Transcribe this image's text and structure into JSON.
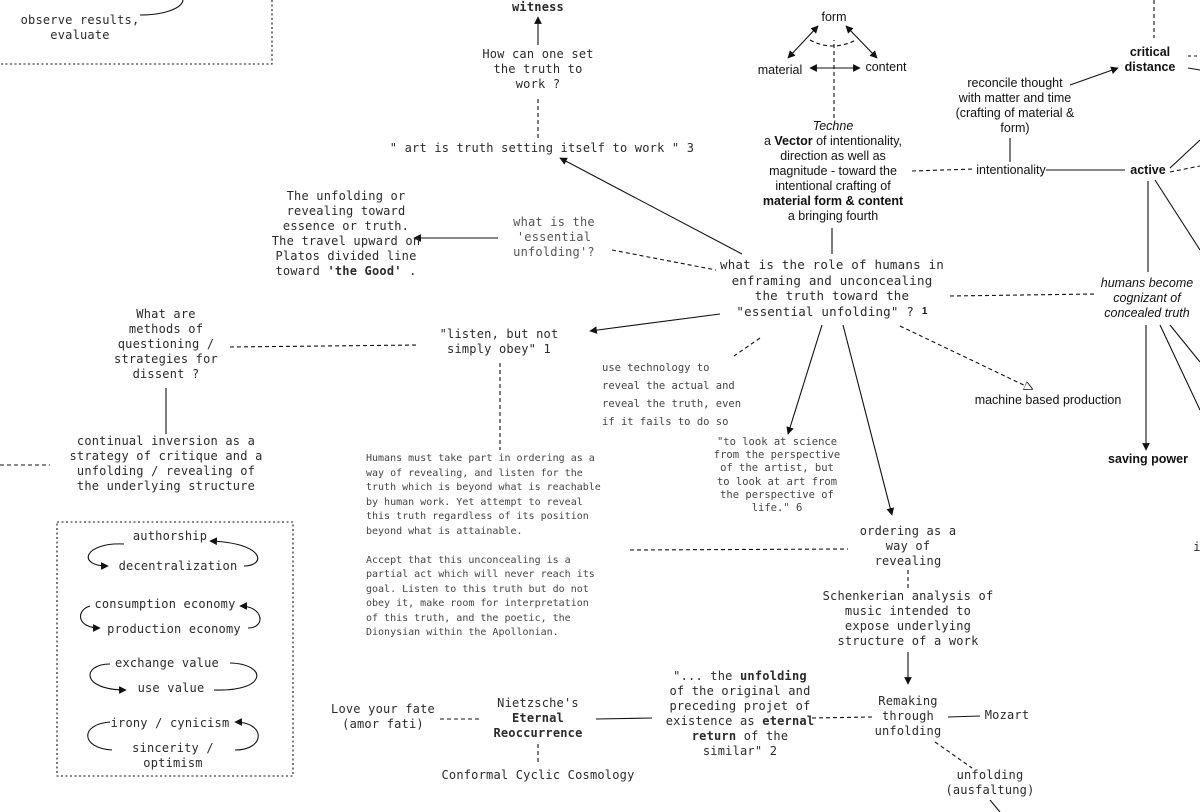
{
  "nodes": {
    "observe": "observe results,\nevaluate",
    "witness": "witness",
    "how_set_truth": "How can one set\nthe truth to\nwork ?",
    "art_truth": "\" art is truth setting itself to work \" 3",
    "form": "form",
    "material": "material",
    "content": "content",
    "techne_title": "Techne",
    "techne_a": "a ",
    "techne_vector": "Vector",
    "techne_rest": " of intentionality,\ndirection as well as\nmagnitude - toward the\nintentional crafting of",
    "techne_mfc": "material form & content",
    "techne_bring": "a bringing fourth",
    "critical_distance": "critical\ndistance",
    "reconcile": "reconcile thought\nwith matter and time\n(crafting of material &\nform)",
    "intentionality": "intentionality",
    "active": "active",
    "unfolding_revealing": "The unfolding or\nrevealing toward\nessence or truth.\nThe travel upward on\nPlatos divided line\ntoward ",
    "the_good": "'the Good'",
    "the_good_end": " .",
    "essential_q": "what is the\n'essential\nunfolding'?",
    "central": "what is the role of humans in\nenframing and unconcealing\nthe truth toward the\n\"essential unfolding\" ?",
    "central_sup": "1",
    "humans_cognizant": "humans become\ncognizant of\nconcealed truth",
    "methods": "What are\nmethods of\nquestioning /\nstrategies for\ndissent ?",
    "listen": "\"listen, but not\nsimply obey\" 1",
    "use_tech": "use technology to\nreveal the actual and\nreveal the truth, even\nif it fails to do so",
    "machine": "machine based production",
    "saving_power": "saving power",
    "continual": "continual inversion as a\nstrategy of critique and a\nunfolding / revealing of\nthe underlying structure",
    "humans_must": "Humans must take part in ordering as a\nway of revealing, and listen for the\ntruth which is beyond what is reachable\nby human work. Yet attempt to reveal\nthis truth regardless of its position\nbeyond what is attainable.\n\nAccept that this unconcealing is a\npartial act which will never reach its\ngoal. Listen to this truth but do not\nobey it, make room for interpretation\nof this truth, and the poetic, the\nDionysian within the Apollonian.",
    "to_look": "\"to look at science\nfrom the perspective\nof the artist, but\nto look at art from\nthe perspective of\nlife.\" 6",
    "ordering": "ordering as a\nway of\nrevealing",
    "schenkerian": "Schenkerian analysis of\nmusic intended to\nexpose underlying\nstructure of a work",
    "remaking": "Remaking\nthrough\nunfolding",
    "mozart": "Mozart",
    "unfolding_ausf": "unfolding\n(ausfaltung)",
    "love_fate": "Love your fate\n(amor fati)",
    "nietzsche_top": "Nietzsche's",
    "nietzsche_bold": "Eternal\nReoccurrence",
    "conformal": "Conformal Cyclic Cosmology",
    "q_unf_1": "\"... the ",
    "q_unf_2": "unfolding",
    "q_unf_3": "\nof the original and\npreceding projet of\nexistence as ",
    "q_unf_4": "eternal\nreturn",
    "q_unf_5": " of the\nsimilar\" 2",
    "edge_in": "i"
  },
  "pairs": [
    {
      "top": "authorship",
      "bottom": "decentralization"
    },
    {
      "top": "consumption economy",
      "bottom": "production economy"
    },
    {
      "top": "exchange value",
      "bottom": "use value"
    },
    {
      "top": "irony / cynicism",
      "bottom": "sincerity /\noptimism"
    }
  ]
}
